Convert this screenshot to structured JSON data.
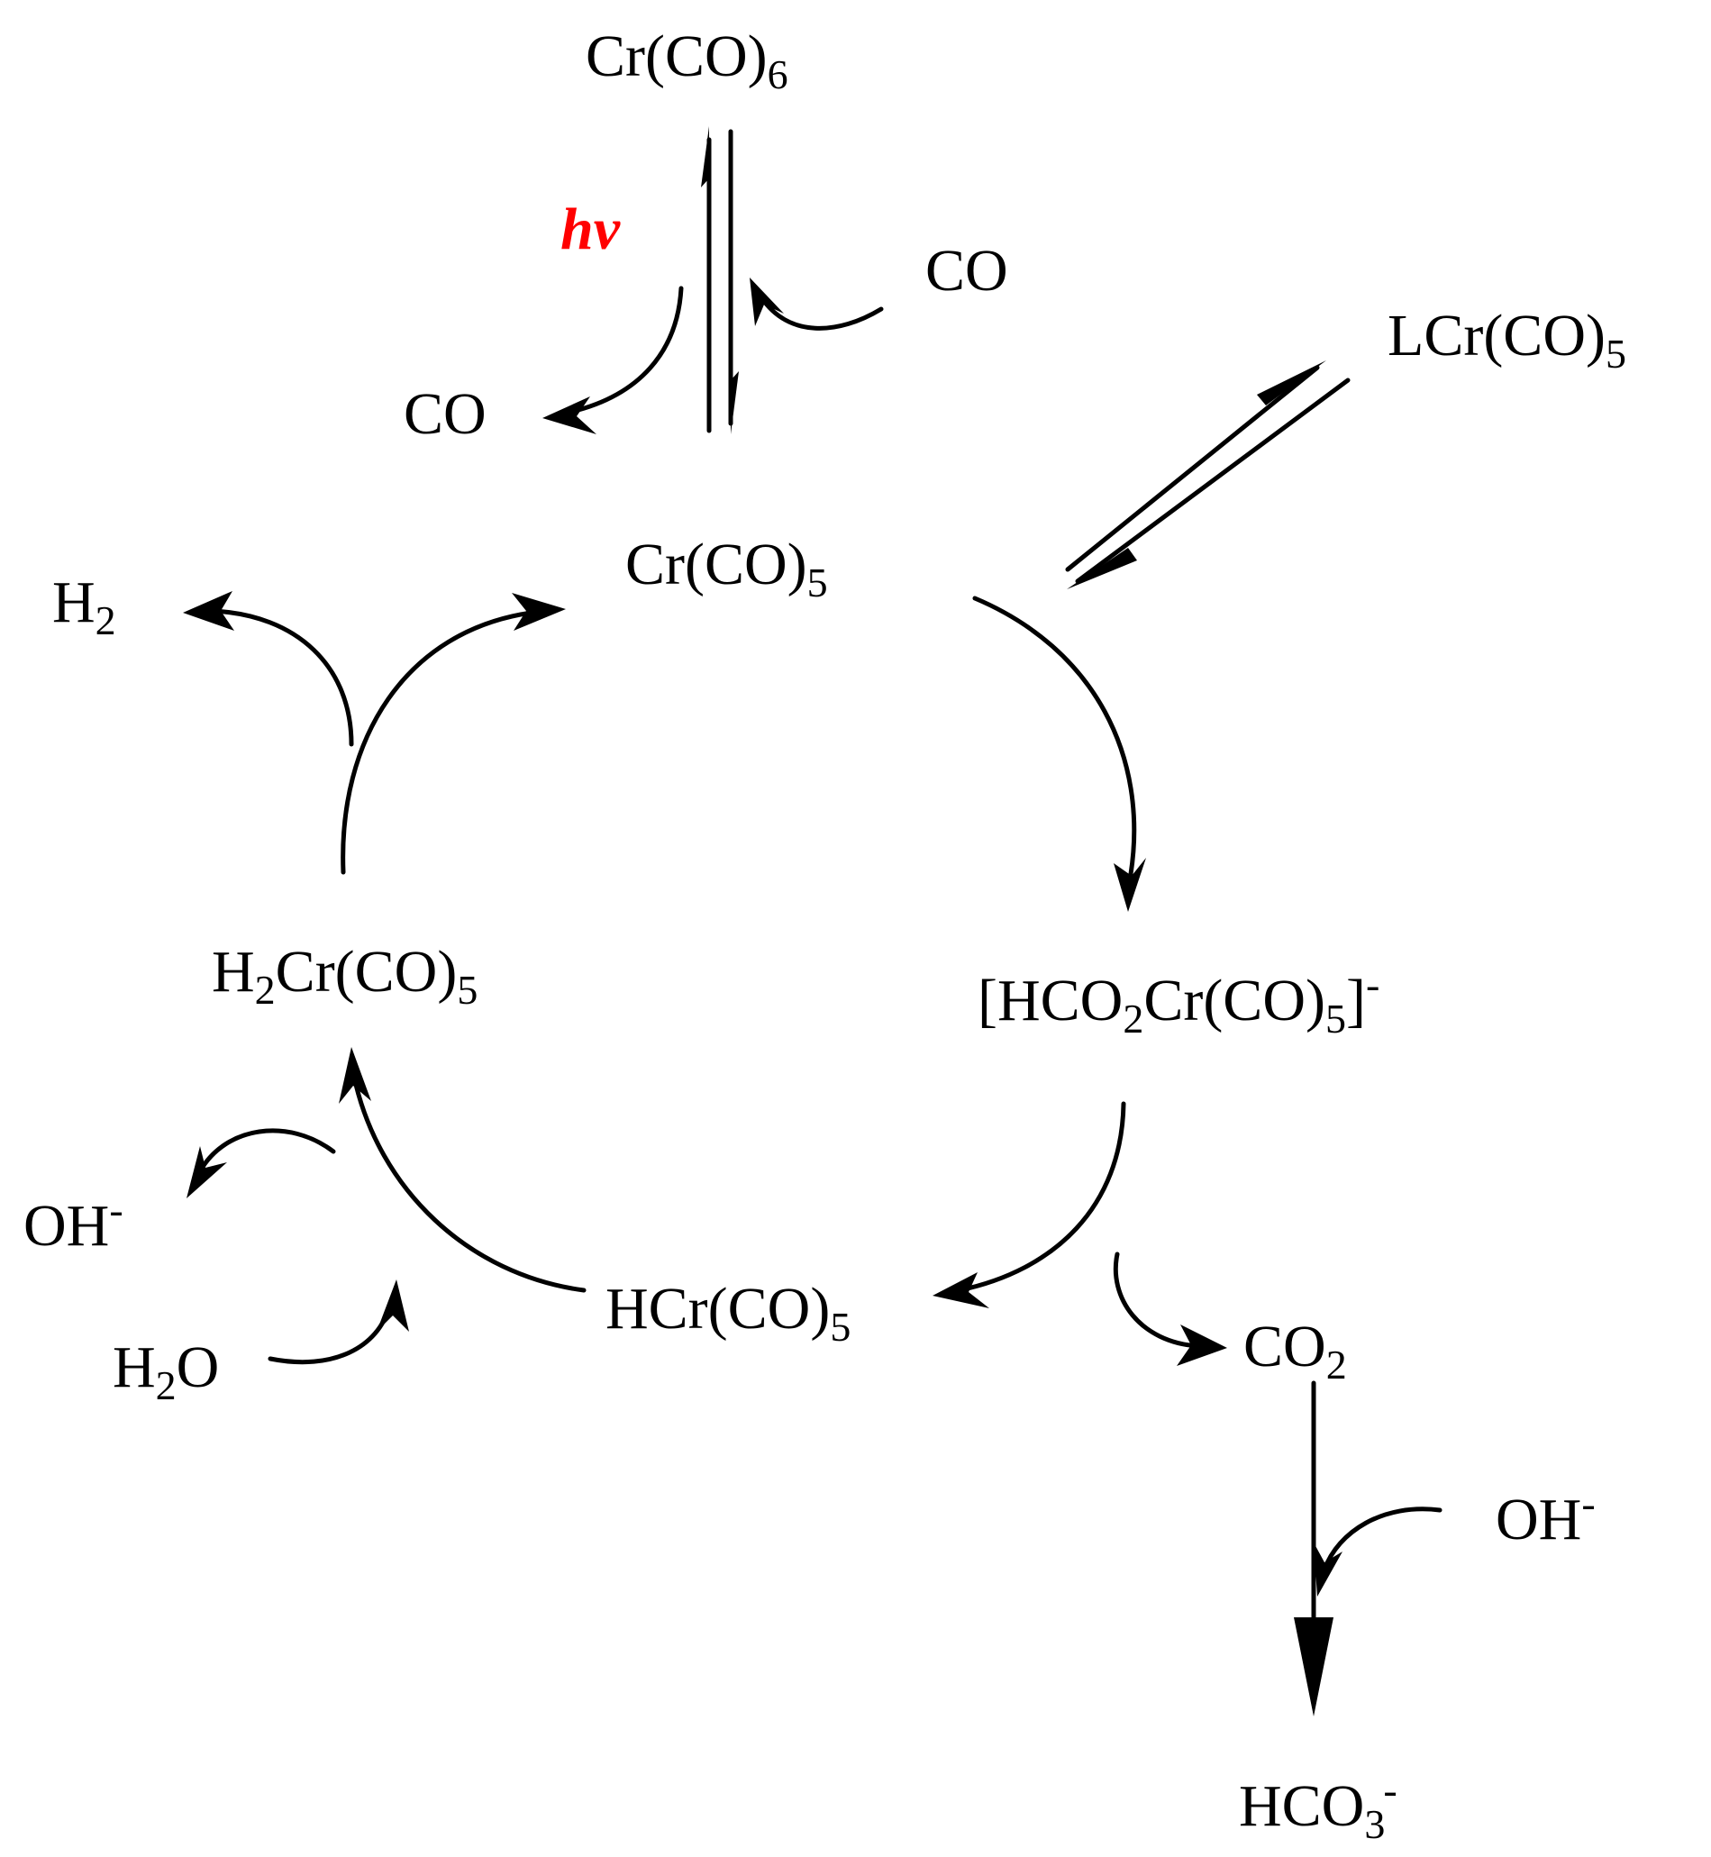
{
  "colors": {
    "ink": "#000000",
    "hv": "#ff0000"
  },
  "species": {
    "cr_co6": {
      "main": "Cr(CO)",
      "sub": "6"
    },
    "cr_co5": {
      "main": "Cr(CO)",
      "sub": "5"
    },
    "lcr_co5": {
      "main": "LCr(CO)",
      "sub": "5"
    },
    "h2cr_co5": {
      "p1": "H",
      "sub1": "2",
      "p2": "Cr(CO)",
      "sub2": "5"
    },
    "hco2cr": {
      "p1": "[HCO",
      "sub1": "2",
      "p2": "Cr(CO)",
      "sub2": "5",
      "p3": "]",
      "sup": "-"
    },
    "hcr_co5": {
      "main": "HCr(CO)",
      "sub": "5"
    },
    "co_left": {
      "main": "CO"
    },
    "co_right": {
      "main": "CO"
    },
    "h2": {
      "main": "H",
      "sub": "2"
    },
    "oh_left": {
      "main": "OH",
      "sup": "-"
    },
    "h2o": {
      "p1": "H",
      "sub": "2",
      "p2": "O"
    },
    "co2": {
      "main": "CO",
      "sub": "2"
    },
    "oh_right": {
      "main": "OH",
      "sup": "-"
    },
    "hco3": {
      "main": "HCO",
      "sub": "3",
      "sup": "-"
    }
  },
  "condition": {
    "hv": "hν"
  }
}
